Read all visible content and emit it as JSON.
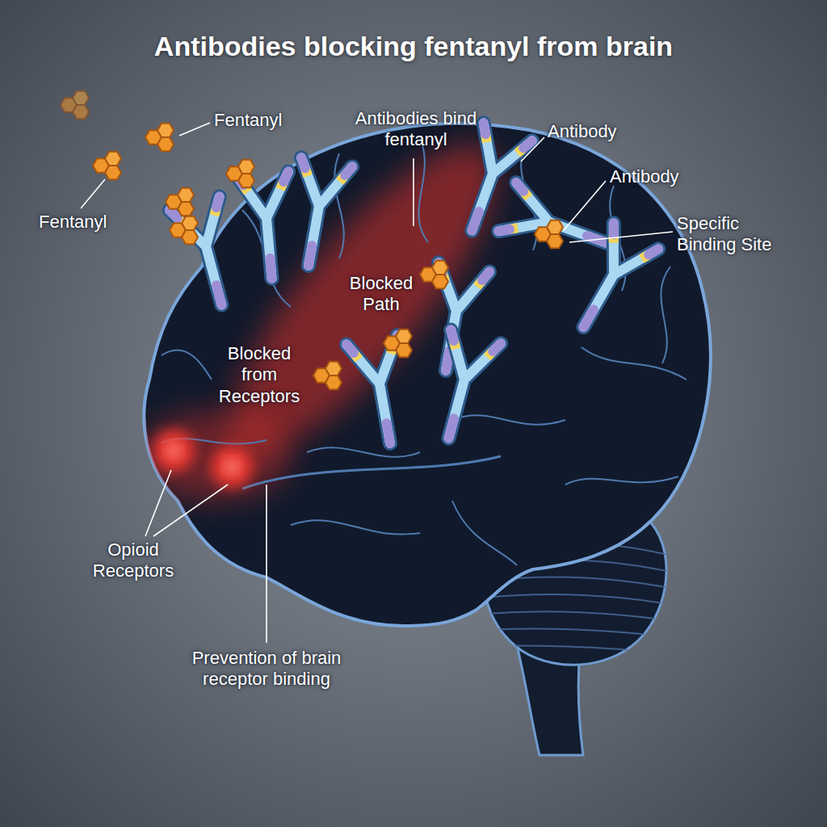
{
  "diagram": {
    "title": "Antibodies blocking fentanyl from brain",
    "labels": [
      "Fentanyl",
      "Antibodies bind fentanyl",
      "Antibody",
      "Antibody",
      "Specific Binding Site",
      "Fentanyl",
      "Blocked Path",
      "Blocked from Receptors",
      "Opioid Receptors",
      "Prevention of brain receptor binding"
    ]
  }
}
